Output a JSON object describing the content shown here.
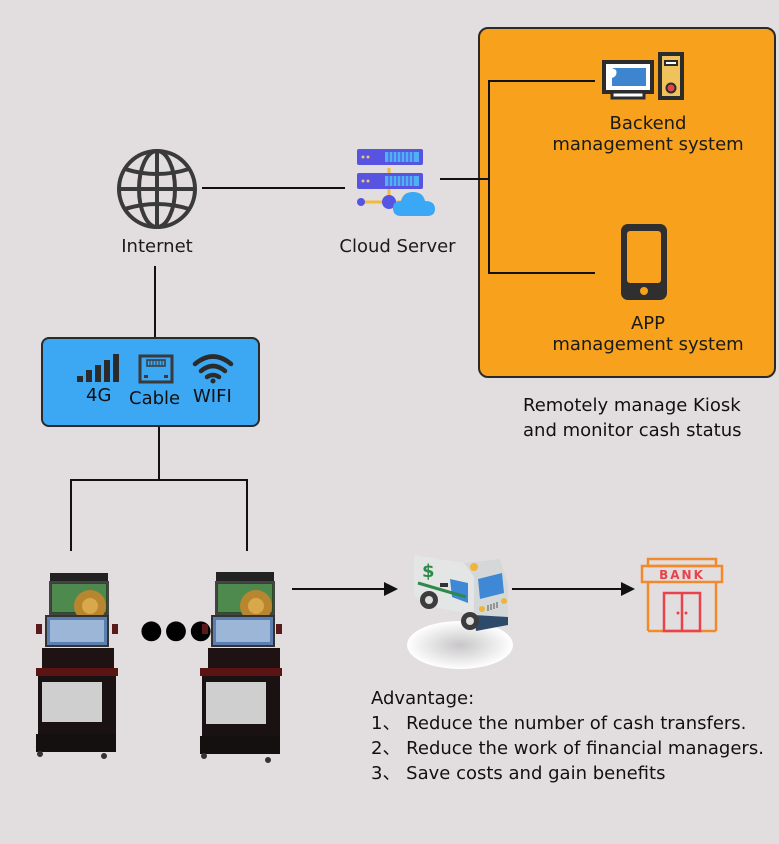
{
  "diagram": {
    "background_color": "#e2dedf",
    "management_panel": {
      "fill_color": "#f7a11d",
      "backend": {
        "icon": "computer-icon",
        "title": "Backend",
        "subtitle": "management system"
      },
      "app": {
        "icon": "smartphone-icon",
        "title": "APP",
        "subtitle": "management system"
      }
    },
    "remote_caption": [
      "Remotely manage Kiosk",
      "and monitor cash status"
    ],
    "internet": {
      "icon": "globe-icon",
      "label": "Internet"
    },
    "cloud_server": {
      "icon": "cloud-server-icon",
      "label": "Cloud Server"
    },
    "connectivity": {
      "fill_color": "#3ca7f3",
      "options": [
        {
          "icon": "signal-bars-icon",
          "label": "4G"
        },
        {
          "icon": "ethernet-port-icon",
          "label": "Cable"
        },
        {
          "icon": "wifi-icon",
          "label": "WIFI"
        }
      ]
    },
    "kiosks": {
      "icon": "kiosk-machine-icon",
      "ellipsis": "●●●"
    },
    "cash_truck": {
      "icon": "armored-truck-icon"
    },
    "bank": {
      "icon": "bank-icon",
      "sign": "BANK",
      "color": "#f28a2c",
      "sign_color": "#e8434a"
    },
    "advantages": {
      "title": "Advantage:",
      "items": [
        "1、 Reduce the number of cash transfers.",
        "2、 Reduce the work of financial managers.",
        "3、 Save costs and gain benefits"
      ]
    }
  }
}
